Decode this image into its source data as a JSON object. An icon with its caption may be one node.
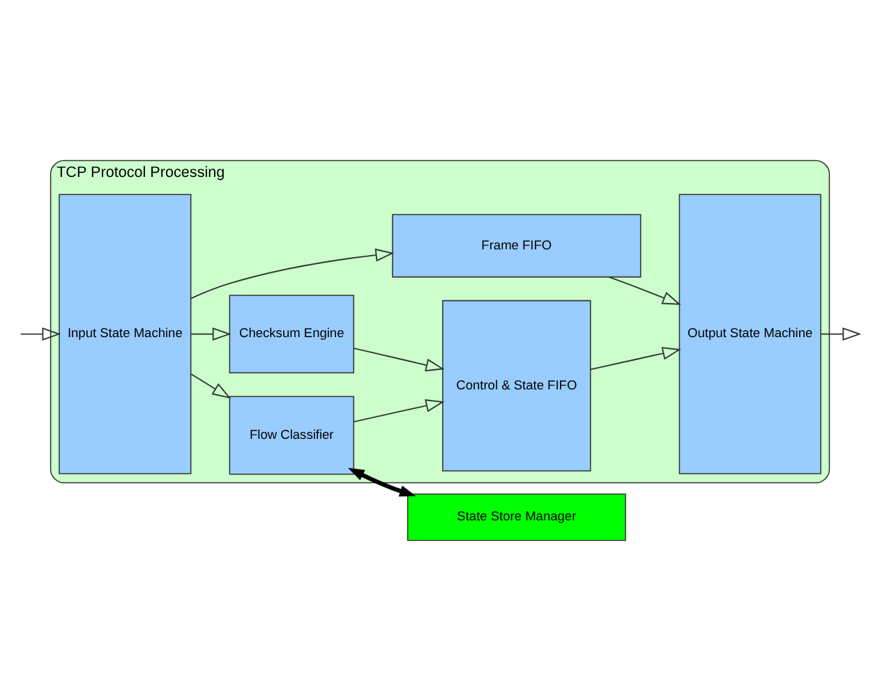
{
  "diagram": {
    "nodes": [
      {
        "text": [
          "TCP Protocol Processing"
        ]
      },
      {
        "text": [
          "Input State Machine"
        ],
        "in": 0
      },
      {
        "text": [
          "Frame FIFO"
        ],
        "in": 0
      },
      {
        "text": [
          "Checksum Engine"
        ],
        "in": 0
      },
      {
        "text": [
          "Flow Classifier"
        ],
        "in": 0
      },
      {
        "text": [
          "Control & State FIFO"
        ],
        "in": 0
      },
      {
        "text": [
          "Output State Machine"
        ],
        "in": 0
      },
      {
        "text": [
          "State Store Manager"
        ]
      }
    ],
    "edges": [
      {
        "from": null,
        "to": 1,
        "arrow": "to"
      },
      {
        "from": 1,
        "to": 2,
        "arrow": "to"
      },
      {
        "from": 1,
        "to": 3,
        "arrow": "to"
      },
      {
        "from": 1,
        "to": 4,
        "arrow": "to"
      },
      {
        "from": 2,
        "to": 6,
        "arrow": "to"
      },
      {
        "from": 3,
        "to": 5,
        "arrow": "to"
      },
      {
        "from": 4,
        "to": 5,
        "arrow": "to"
      },
      {
        "from": 5,
        "to": 6,
        "arrow": "to"
      },
      {
        "from": 6,
        "to": null,
        "arrow": "to"
      },
      {
        "from": 4,
        "to": 7,
        "arrow": "both",
        "style": "thick",
        "color": "#000000"
      }
    ]
  }
}
